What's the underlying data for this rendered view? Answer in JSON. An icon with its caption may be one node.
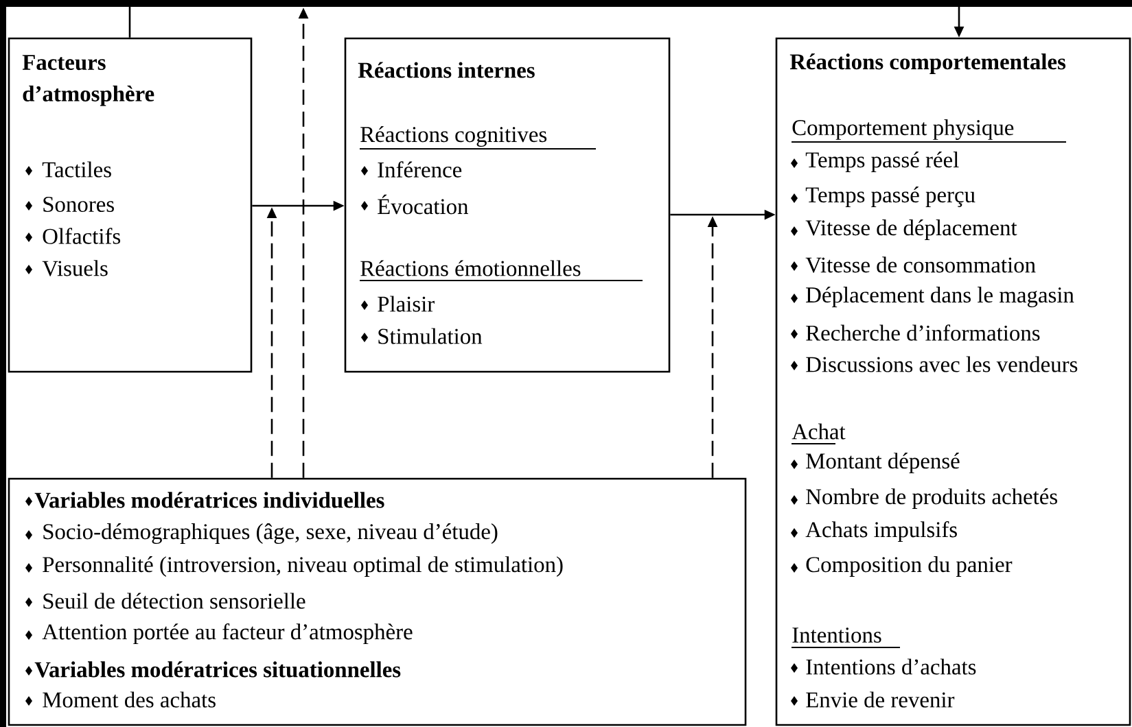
{
  "diagram": {
    "nodes": [
      {
        "text": [
          "Facteurs d’atmosphère",
          "Tactiles",
          "Sonores",
          "Olfactifs",
          "Visuels"
        ]
      },
      {
        "text": [
          "Réactions internes",
          "Réactions cognitives",
          "Inférence",
          "Évocation",
          "Réactions émotionnelles",
          "Plaisir",
          "Stimulation"
        ]
      },
      {
        "text": [
          "Réactions comportementales",
          "Comportement physique",
          "Temps passé réel",
          "Temps passé perçu",
          "Vitesse de déplacement",
          "Vitesse de consommation",
          "Déplacement dans le magasin",
          "Recherche d’informations",
          "Discussions avec les vendeurs",
          "Achat",
          "Montant dépensé",
          "Nombre de produits achetés",
          "Achats impulsifs",
          "Composition du panier",
          "Intentions",
          "Intentions d’achats",
          "Envie de revenir"
        ]
      },
      {
        "text": [
          "Variables modératrices individuelles",
          "Socio-démographiques (âge, sexe, niveau d’étude)",
          "Personnalité (introversion, niveau optimal de stimulation)",
          "Seuil de détection sensorielle",
          "Attention portée au facteur d’atmosphère",
          "Variables modératrices situationnelles",
          "Moment des achats"
        ]
      }
    ],
    "edges": [
      {
        "from": 0,
        "to": 1,
        "arrow": "to"
      },
      {
        "from": 1,
        "to": 2,
        "arrow": "to"
      },
      {
        "from": 0,
        "to": 2,
        "arrow": "to"
      },
      {
        "from": 3,
        "to": null,
        "arrow": "to",
        "style": "dashed"
      },
      {
        "from": 3,
        "to": null,
        "arrow": "to",
        "style": "dashed"
      },
      {
        "from": 3,
        "to": null,
        "arrow": "to",
        "style": "dashed"
      }
    ]
  }
}
